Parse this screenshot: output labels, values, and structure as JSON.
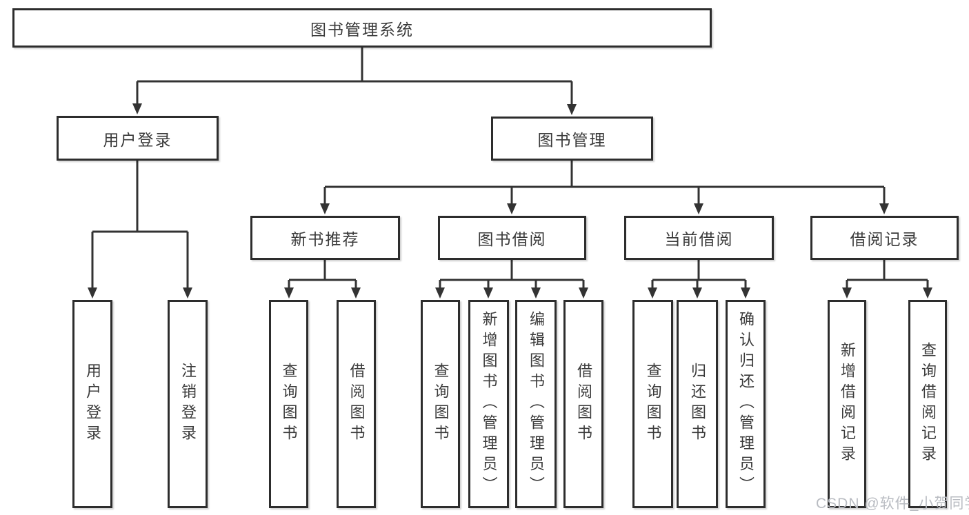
{
  "colors": {
    "line": "#333333",
    "box_border": "#2d2d2d",
    "text": "#3b3b3b",
    "watermark": "#b9bcc2"
  },
  "tree": {
    "root": {
      "label": "图书管理系统"
    },
    "branches": [
      {
        "label": "用户登录",
        "children": [
          {
            "label": "用户登录"
          },
          {
            "label": "注销登录"
          }
        ]
      },
      {
        "label": "图书管理",
        "groups": [
          {
            "label": "新书推荐",
            "children": [
              {
                "label": "查询图书"
              },
              {
                "label": "借阅图书"
              }
            ]
          },
          {
            "label": "图书借阅",
            "children": [
              {
                "label": "查询图书"
              },
              {
                "label": "新增图书（管理员）"
              },
              {
                "label": "编辑图书（管理员）"
              },
              {
                "label": "借阅图书"
              }
            ]
          },
          {
            "label": "当前借阅",
            "children": [
              {
                "label": "查询图书"
              },
              {
                "label": "归还图书"
              },
              {
                "label": "确认归还（管理员）"
              }
            ]
          },
          {
            "label": "借阅记录",
            "children": [
              {
                "label": "新增借阅记录"
              },
              {
                "label": "查询借阅记录"
              }
            ]
          }
        ]
      }
    ]
  },
  "watermark": {
    "text": "CSDN @软件_小贺同学"
  }
}
